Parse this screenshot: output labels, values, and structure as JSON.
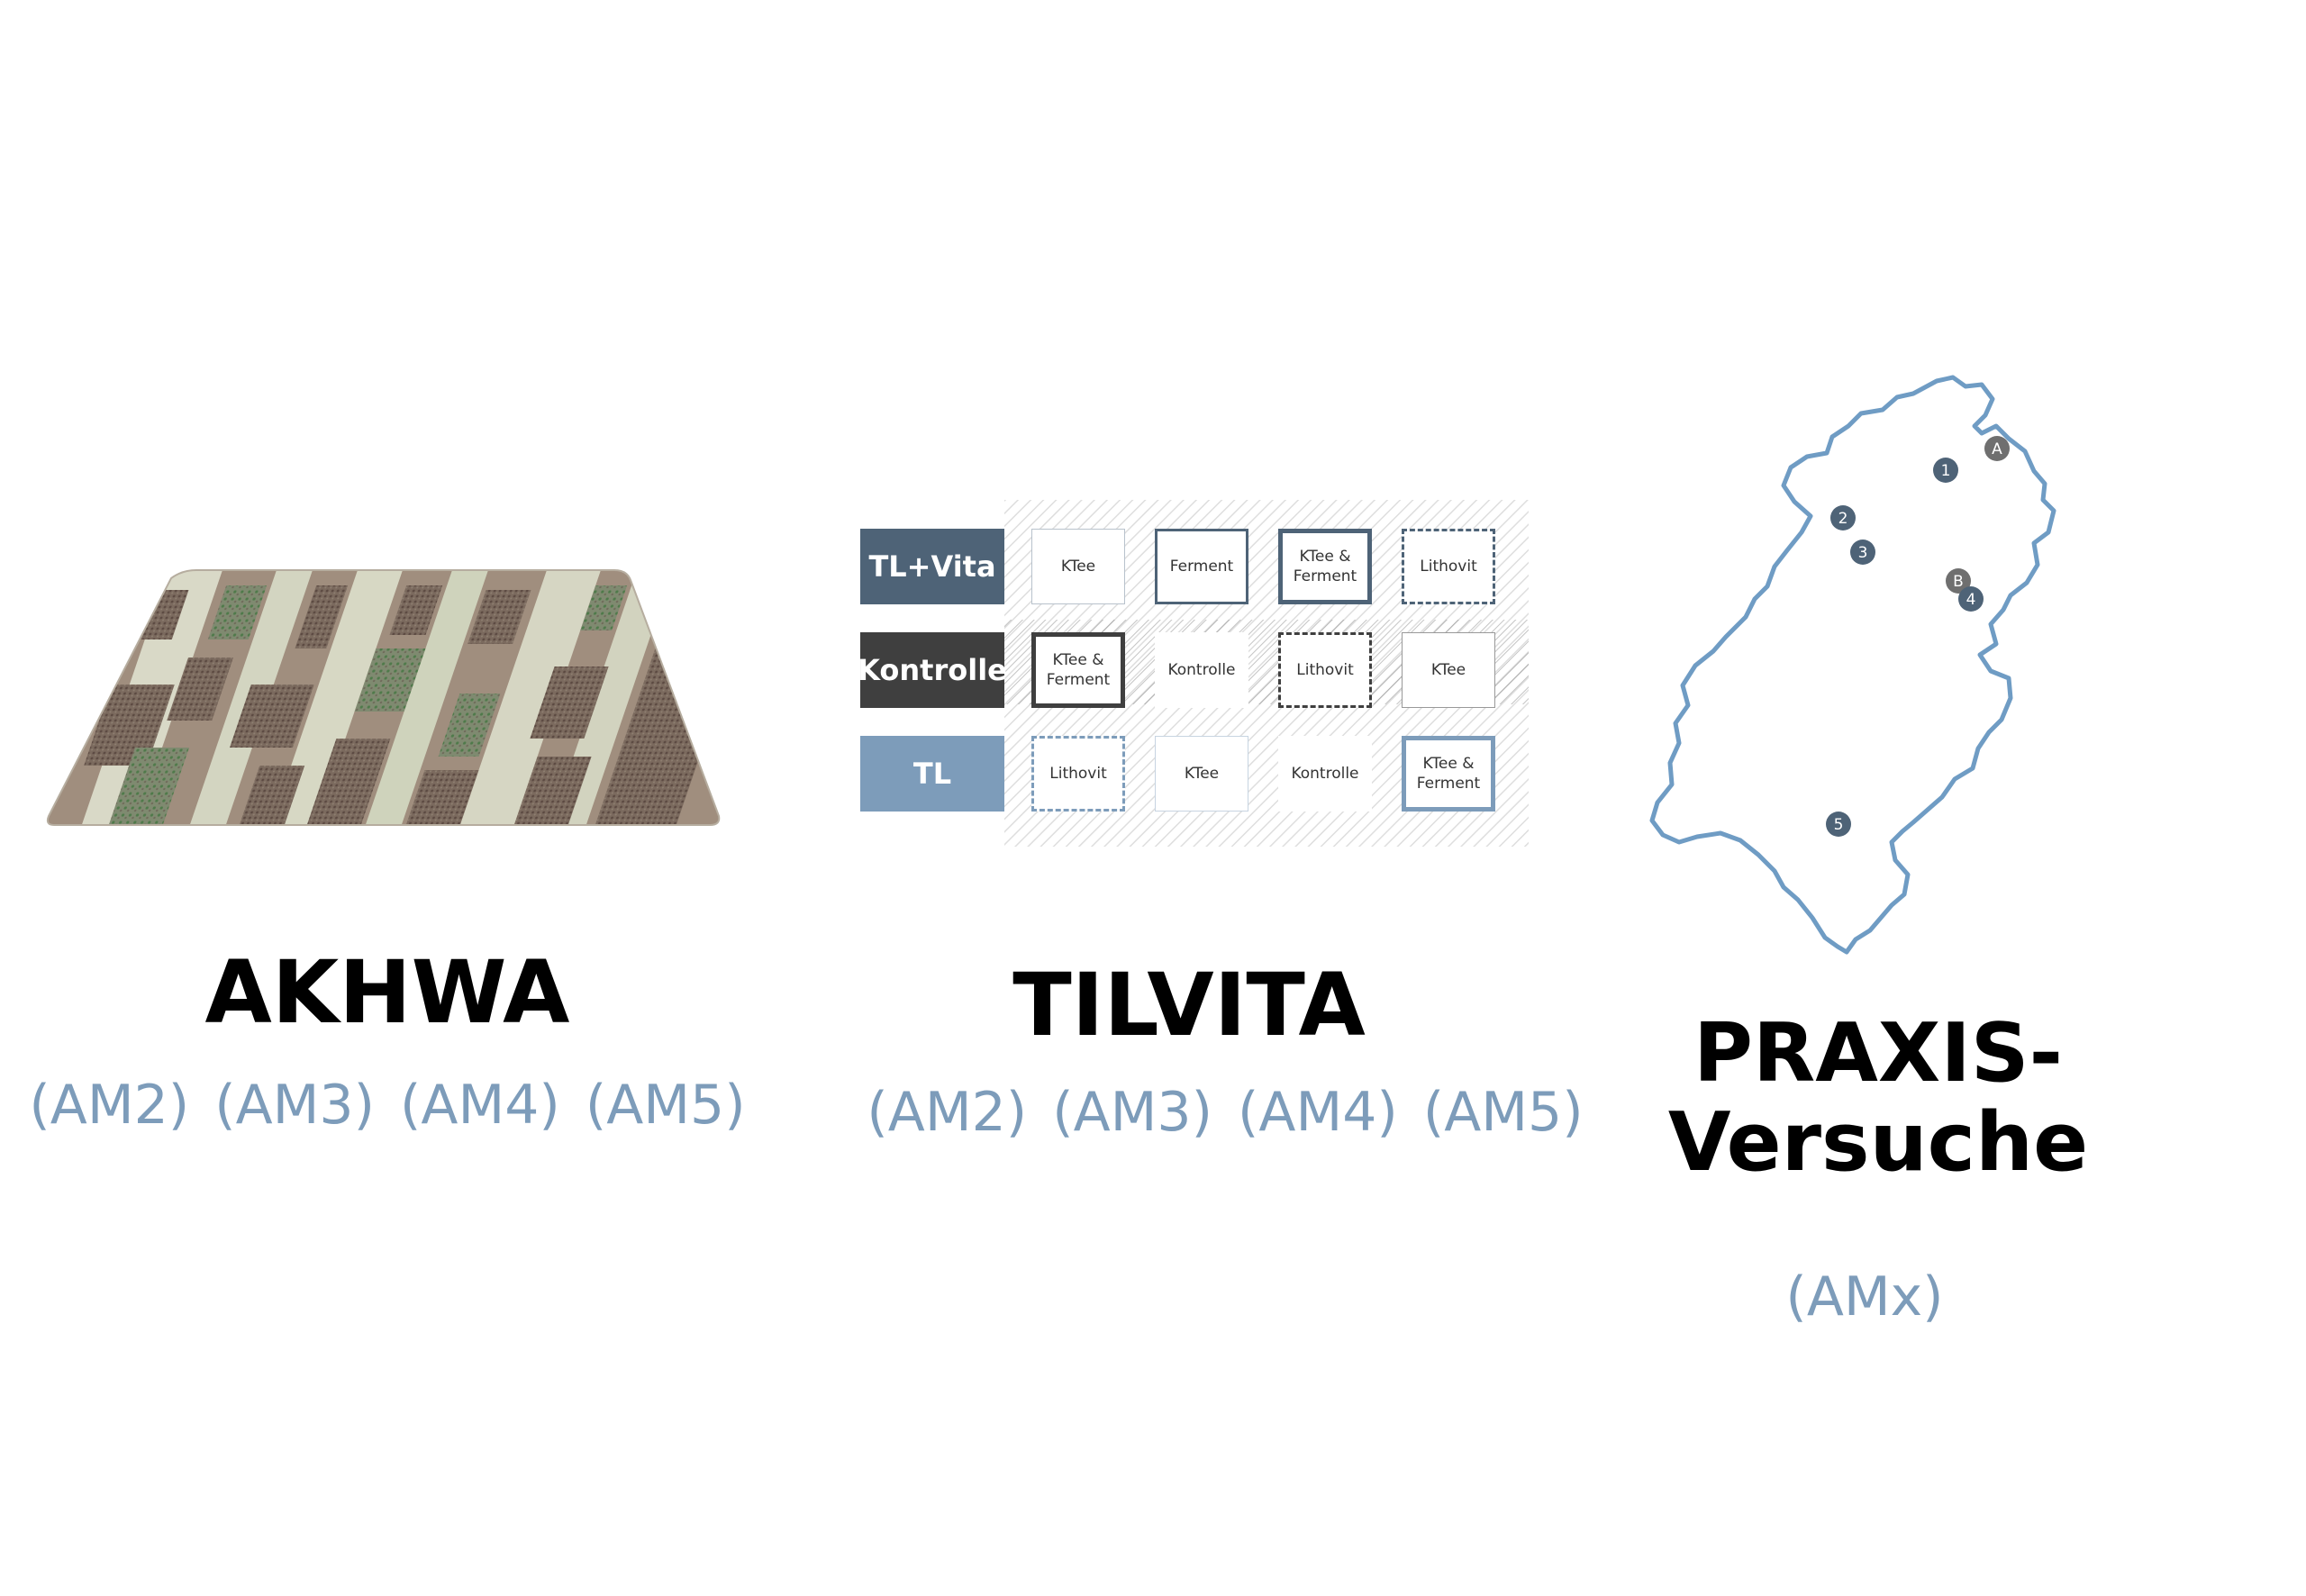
{
  "akhwa": {
    "title": "AKHWA",
    "codes": [
      "(AM2)",
      "(AM3)",
      "(AM4)",
      "(AM5)"
    ]
  },
  "tilvita": {
    "title": "TILVITA",
    "codes": [
      "(AM2)",
      "(AM3)",
      "(AM4)",
      "(AM5)"
    ],
    "rows": [
      {
        "label": "TL+Vita",
        "color": "#4e6377",
        "plots": [
          "KTee",
          "Ferment",
          "KTee &\nFerment",
          "Lithovit"
        ]
      },
      {
        "label": "Kontrolle",
        "color": "#3f3f3f",
        "plots": [
          "KTee &\nFerment",
          "Kontrolle",
          "Lithovit",
          "KTee"
        ]
      },
      {
        "label": "TL",
        "color": "#7d9cba",
        "plots": [
          "Lithovit",
          "KTee",
          "Kontrolle",
          "KTee &\nFerment"
        ]
      }
    ]
  },
  "praxis": {
    "title_line1": "PRAXIS-",
    "title_line2": "Versuche",
    "code": "(AMx)",
    "markers": [
      "1",
      "2",
      "3",
      "4",
      "5",
      "A",
      "B"
    ]
  },
  "colors": {
    "accent_blue": "#7d9cba",
    "dark_slate": "#4e6377",
    "dark_gray": "#3f3f3f",
    "map_outline": "#6f9cc4"
  }
}
